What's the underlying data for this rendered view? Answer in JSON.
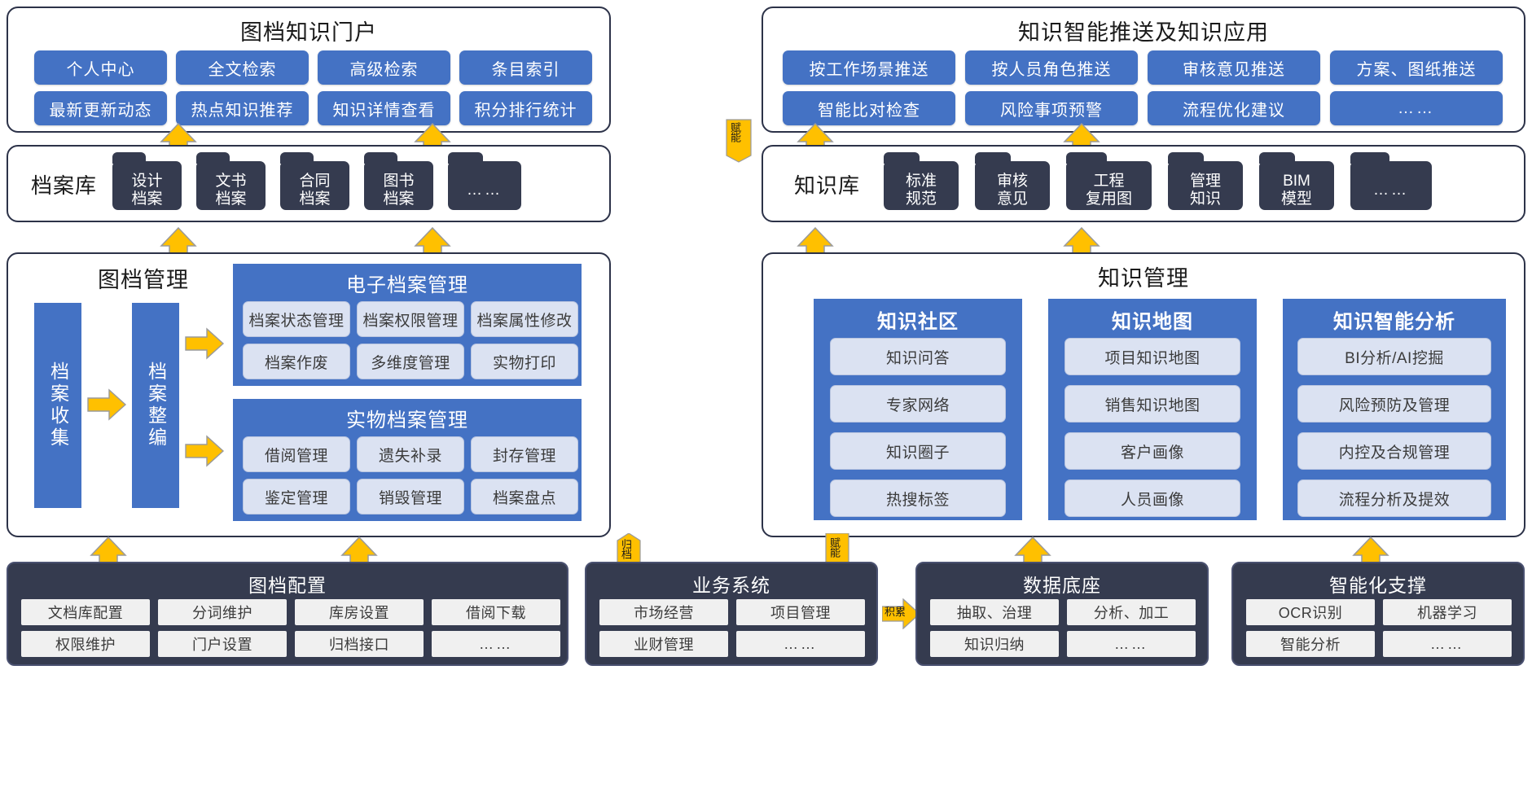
{
  "colors": {
    "accent_blue": "#4472c4",
    "panel_border": "#2c3248",
    "dark_panel": "#353b4f",
    "arrow_yellow": "#ffc000",
    "subtile_blue": "#dbe2f2",
    "light_tile": "#f0f0f0"
  },
  "portal": {
    "title": "图档知识门户",
    "row1": [
      "个人中心",
      "全文检索",
      "高级检索",
      "条目索引"
    ],
    "row2": [
      "最新更新动态",
      "热点知识推荐",
      "知识详情查看",
      "积分排行统计"
    ]
  },
  "push": {
    "title": "知识智能推送及知识应用",
    "row1": [
      "按工作场景推送",
      "按人员角色推送",
      "审核意见推送",
      "方案、图纸推送"
    ],
    "row2": [
      "智能比对检查",
      "风险事项预警",
      "流程优化建议",
      "……"
    ]
  },
  "archive_repo": {
    "label": "档案库",
    "folders": [
      "设计\n档案",
      "文书\n档案",
      "合同\n档案",
      "图书\n档案",
      "……"
    ]
  },
  "knowledge_repo": {
    "label": "知识库",
    "folders": [
      "标准\n规范",
      "审核\n意见",
      "工程\n复用图",
      "管理\n知识",
      "BIM\n模型",
      "……"
    ]
  },
  "doc_mgmt": {
    "title": "图档管理",
    "stage1": "档案收集",
    "stage2": "档案整编",
    "groups": [
      {
        "title": "电子档案管理",
        "tiles": [
          "档案状态管理",
          "档案权限管理",
          "档案属性修改",
          "档案作废",
          "多维度管理",
          "实物打印"
        ]
      },
      {
        "title": "实物档案管理",
        "tiles": [
          "借阅管理",
          "遗失补录",
          "封存管理",
          "鉴定管理",
          "销毁管理",
          "档案盘点"
        ]
      }
    ]
  },
  "knowledge_mgmt": {
    "title": "知识管理",
    "columns": [
      {
        "title": "知识社区",
        "tiles": [
          "知识问答",
          "专家网络",
          "知识圈子",
          "热搜标签"
        ]
      },
      {
        "title": "知识地图",
        "tiles": [
          "项目知识地图",
          "销售知识地图",
          "客户画像",
          "人员画像"
        ]
      },
      {
        "title": "知识智能分析",
        "tiles": [
          "BI分析/AI挖掘",
          "风险预防及管理",
          "内控及合规管理",
          "流程分析及提效"
        ]
      }
    ]
  },
  "bottom": [
    {
      "title": "图档配置",
      "tiles": [
        "文档库配置",
        "分词维护",
        "库房设置",
        "借阅下载",
        "权限维护",
        "门户设置",
        "归档接口",
        "……"
      ]
    },
    {
      "title": "业务系统",
      "tiles": [
        "市场经营",
        "项目管理",
        "业财管理",
        "……"
      ]
    },
    {
      "title": "数据底座",
      "tiles": [
        "抽取、治理",
        "分析、加工",
        "知识归纳",
        "……"
      ]
    },
    {
      "title": "智能化支撑",
      "tiles": [
        "OCR识别",
        "机器学习",
        "智能分析",
        "……"
      ]
    }
  ],
  "arrow_labels": {
    "empower_portal": "赋能",
    "archive_to_doc": "归档",
    "empower_biz": "赋能",
    "accumulate": "积累"
  }
}
